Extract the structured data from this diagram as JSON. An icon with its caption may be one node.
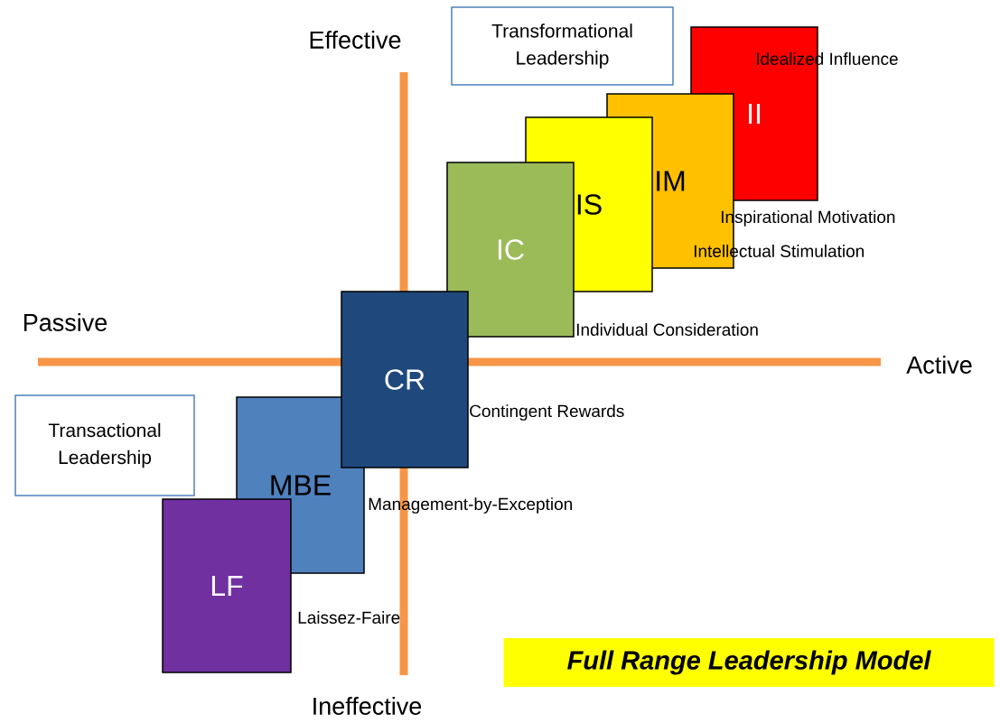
{
  "diagram": {
    "title": "Full Range Leadership Model",
    "nodes": [
      {
        "text": [
          "Transformational Leadership"
        ]
      },
      {
        "text": [
          "II"
        ]
      },
      {
        "text": [
          "IM"
        ]
      },
      {
        "text": [
          "IS"
        ]
      },
      {
        "text": [
          "IC"
        ]
      },
      {
        "text": [
          "CR"
        ]
      },
      {
        "text": [
          "Transactional Leadership"
        ]
      },
      {
        "text": [
          "MBE"
        ]
      },
      {
        "text": [
          "LF"
        ]
      }
    ],
    "labels": [
      "Effective",
      "Idealized Influence",
      "Inspirational Motivation",
      "Intellectual Stimulation",
      "Passive",
      "Individual Consideration",
      "Active",
      "Contingent Rewards",
      "Management-by-Exception",
      "Laissez-Faire",
      "Ineffective"
    ]
  }
}
